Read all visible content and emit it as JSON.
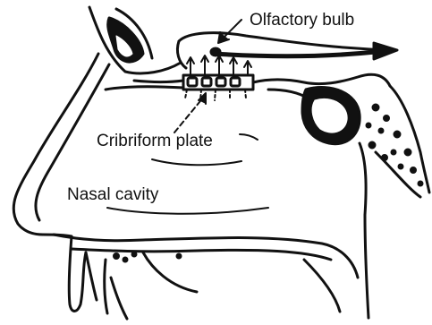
{
  "labels": {
    "olfactory_bulb": "Olfactory bulb",
    "cribriform_plate": "Cribriform plate",
    "nasal_cavity": "Nasal cavity"
  },
  "colors": {
    "ink": "#111111",
    "background": "#ffffff"
  }
}
